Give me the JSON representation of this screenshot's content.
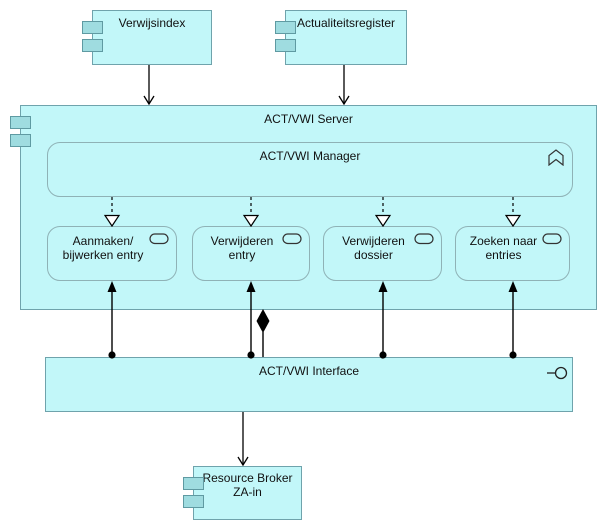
{
  "diagram": {
    "nodes": {
      "verwijsindex": {
        "label": "Verwijsindex",
        "icon": "component-tabs-icon"
      },
      "actualiteitsregister": {
        "label": "Actualiteitsregister",
        "icon": "component-tabs-icon"
      },
      "server": {
        "label": "ACT/VWI Server",
        "icon": "component-tabs-icon"
      },
      "manager": {
        "label": "ACT/VWI Manager",
        "icon": "function-icon"
      },
      "services": [
        {
          "line1": "Aanmaken/",
          "line2": "bijwerken entry",
          "icon": "service-icon"
        },
        {
          "line1": "Verwijderen",
          "line2": "entry",
          "icon": "service-icon"
        },
        {
          "line1": "Verwijderen",
          "line2": "dossier",
          "icon": "service-icon"
        },
        {
          "line1": "Zoeken naar",
          "line2": "entries",
          "icon": "service-icon"
        }
      ],
      "interface": {
        "label": "ACT/VWI Interface",
        "icon": "interface-lollipop-icon"
      },
      "resource_broker": {
        "line1": "Resource Broker",
        "line2": "ZA-in",
        "icon": "component-tabs-icon"
      }
    },
    "edges": [
      {
        "from": "Verwijsindex",
        "to": "ACT/VWI Server",
        "type": "serving-open-arrow"
      },
      {
        "from": "Actualiteitsregister",
        "to": "ACT/VWI Server",
        "type": "serving-open-arrow"
      },
      {
        "from": "ACT/VWI Manager",
        "to": "Aanmaken/ bijwerken entry",
        "type": "realization-dashed-hollow-triangle"
      },
      {
        "from": "ACT/VWI Manager",
        "to": "Verwijderen entry",
        "type": "realization-dashed-hollow-triangle"
      },
      {
        "from": "ACT/VWI Manager",
        "to": "Verwijderen dossier",
        "type": "realization-dashed-hollow-triangle"
      },
      {
        "from": "ACT/VWI Manager",
        "to": "Zoeken naar entries",
        "type": "realization-dashed-hollow-triangle"
      },
      {
        "from": "ACT/VWI Interface",
        "to": "Aanmaken/ bijwerken entry",
        "type": "assignment-ball-arrow"
      },
      {
        "from": "ACT/VWI Interface",
        "to": "Verwijderen entry",
        "type": "assignment-ball-arrow"
      },
      {
        "from": "ACT/VWI Interface",
        "to": "Verwijderen dossier",
        "type": "assignment-ball-arrow"
      },
      {
        "from": "ACT/VWI Interface",
        "to": "Zoeken naar entries",
        "type": "assignment-ball-arrow"
      },
      {
        "from": "ACT/VWI Server",
        "to": "ACT/VWI Interface",
        "type": "composition-filled-diamond"
      },
      {
        "from": "ACT/VWI Interface",
        "to": "Resource Broker ZA-in",
        "type": "serving-open-arrow"
      }
    ],
    "colors": {
      "node_fill": "#c2f7f9",
      "tab_fill": "#9fdce0",
      "rect_border": "#6fa3ac",
      "round_border": "#8fb2b6",
      "edge": "#000000",
      "background": "#ffffff"
    }
  }
}
